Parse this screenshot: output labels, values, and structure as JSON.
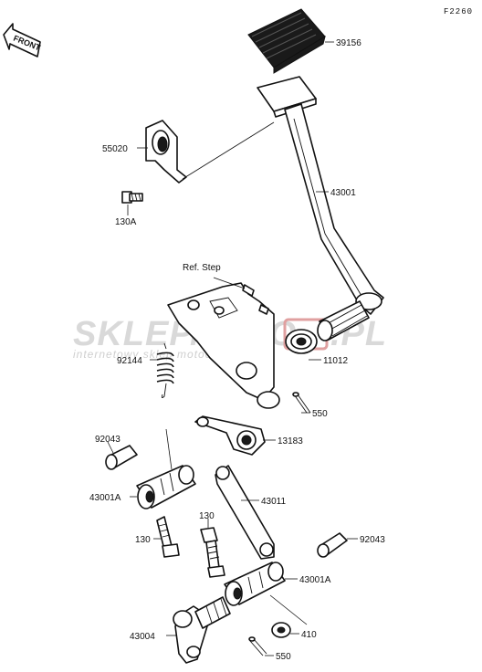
{
  "diagram": {
    "figure_code": "F2260",
    "front_label": "FRONT",
    "reference_label": "Ref. Step",
    "watermark": {
      "brand_left": "SKLEP",
      "brand_mid": "MOTO",
      "brand_right": ".PL",
      "tagline": "internetowy sklep motocyklowy"
    },
    "parts": [
      {
        "id": "p-39156",
        "label": "39156"
      },
      {
        "id": "p-55020",
        "label": "55020"
      },
      {
        "id": "p-130A",
        "label": "130A"
      },
      {
        "id": "p-43001",
        "label": "43001"
      },
      {
        "id": "p-92144",
        "label": "92144"
      },
      {
        "id": "p-11012",
        "label": "11012"
      },
      {
        "id": "p-550a",
        "label": "550"
      },
      {
        "id": "p-92043a",
        "label": "92043"
      },
      {
        "id": "p-13183",
        "label": "13183"
      },
      {
        "id": "p-43001A-a",
        "label": "43001A"
      },
      {
        "id": "p-43011",
        "label": "43011"
      },
      {
        "id": "p-130a",
        "label": "130"
      },
      {
        "id": "p-130b",
        "label": "130"
      },
      {
        "id": "p-92043b",
        "label": "92043"
      },
      {
        "id": "p-43001A-b",
        "label": "43001A"
      },
      {
        "id": "p-43004",
        "label": "43004"
      },
      {
        "id": "p-410",
        "label": "410"
      },
      {
        "id": "p-550b",
        "label": "550"
      }
    ]
  }
}
